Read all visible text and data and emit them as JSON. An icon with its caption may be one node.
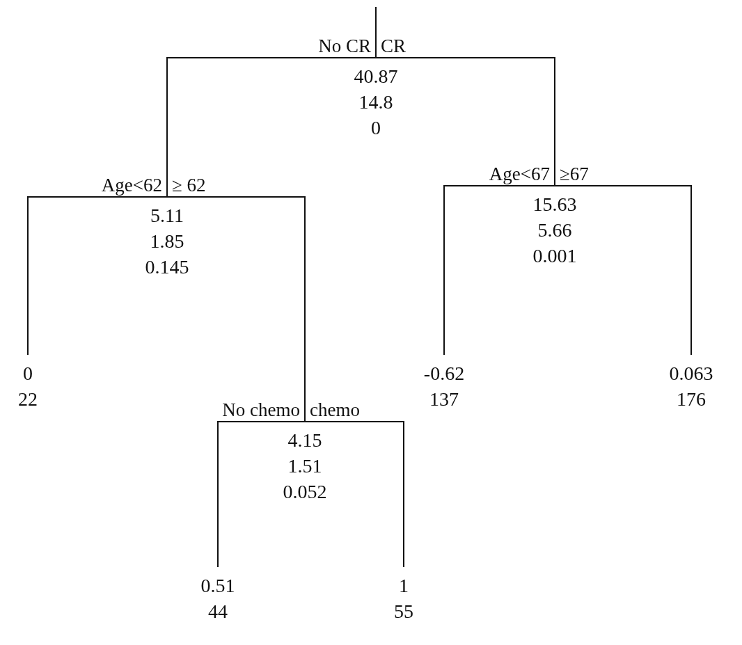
{
  "diagram": {
    "nodes": [
      {
        "text": [
          "40.87",
          "14.8",
          "0"
        ]
      },
      {
        "text": [
          "5.11",
          "1.85",
          "0.145"
        ]
      },
      {
        "text": [
          "15.63",
          "5.66",
          "0.001"
        ]
      },
      {
        "text": [
          "0",
          "22"
        ]
      },
      {
        "text": [
          "4.15",
          "1.51",
          "0.052"
        ]
      },
      {
        "text": [
          "-0.62",
          "137"
        ]
      },
      {
        "text": [
          "0.063",
          "176"
        ]
      },
      {
        "text": [
          "0.51",
          "44"
        ]
      },
      {
        "text": [
          "1",
          "55"
        ]
      }
    ],
    "edges": [
      {
        "from": null,
        "to": 0,
        "arrow": "none"
      },
      {
        "from": 0,
        "to": 1,
        "label": "No CR",
        "arrow": "none"
      },
      {
        "from": 0,
        "to": 2,
        "label": "CR",
        "arrow": "none"
      },
      {
        "from": 1,
        "to": 3,
        "label": "Age<62",
        "arrow": "none"
      },
      {
        "from": 1,
        "to": 4,
        "label": "≥ 62",
        "arrow": "none"
      },
      {
        "from": 2,
        "to": 5,
        "label": "Age<67",
        "arrow": "none"
      },
      {
        "from": 2,
        "to": 6,
        "label": "≥67",
        "arrow": "none"
      },
      {
        "from": 4,
        "to": 7,
        "label": "No chemo",
        "arrow": "none"
      },
      {
        "from": 4,
        "to": 8,
        "label": "chemo",
        "arrow": "none"
      }
    ]
  }
}
